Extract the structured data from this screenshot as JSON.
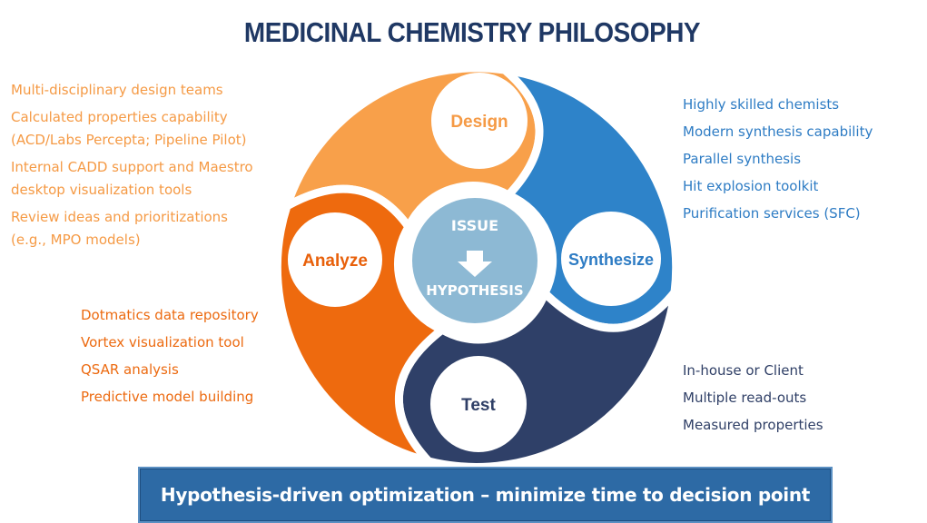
{
  "title": "MEDICINAL CHEMISTRY PHILOSOPHY",
  "cycle": {
    "design": "Design",
    "synthesize": "Synthesize",
    "test": "Test",
    "analyze": "Analyze",
    "center_top": "ISSUE",
    "center_bottom": "HYPOTHESIS"
  },
  "design_items": [
    "Multi-disciplinary design teams",
    "Calculated properties capability",
    "(ACD/Labs Percepta; Pipeline Pilot)",
    "Internal CADD support and Maestro",
    "desktop visualization tools",
    "Review ideas and prioritizations",
    "(e.g., MPO models)"
  ],
  "analyze_items": [
    "Dotmatics data repository",
    "Vortex visualization tool",
    "QSAR analysis",
    "Predictive model building"
  ],
  "synthesize_items": [
    "Highly skilled chemists",
    "Modern synthesis capability",
    "Parallel synthesis",
    "Hit explosion toolkit",
    "Purification services (SFC)"
  ],
  "test_items": [
    "In-house or Client",
    "Multiple read-outs",
    "Measured properties"
  ],
  "banner": "Hypothesis-driven optimization – minimize time to decision point",
  "colors": {
    "design": "#F8A04A",
    "synthesize": "#2E83C9",
    "test": "#2F4068",
    "analyze": "#EE6A0E",
    "center": "#8DB9D4",
    "title": "#1F3864"
  }
}
